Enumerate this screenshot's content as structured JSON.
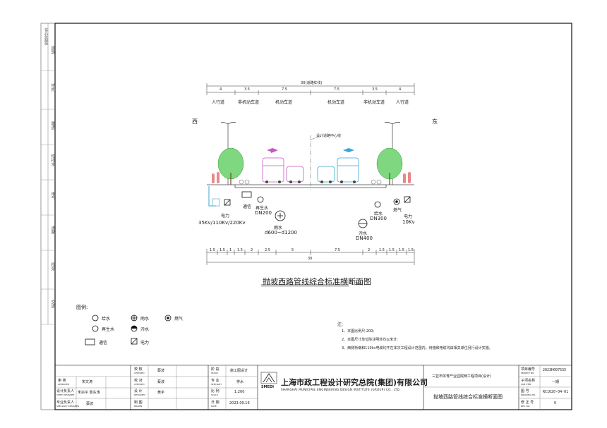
{
  "drawing_title": "抛坡西路管线综合标准横断面图",
  "drawing_scale": "1:200",
  "direction": {
    "west": "西",
    "east": "东"
  },
  "road_total": "30(道路红线)",
  "lane_names": [
    "人行道",
    "非机动车道",
    "机动车道",
    "机动车道",
    "非机动车道",
    "人行道"
  ],
  "lane_widths": [
    "4",
    "3.5",
    "7.5",
    "7.5",
    "3.5",
    "4"
  ],
  "centerline_label": "设计道路中心线",
  "pipes": {
    "telecom": "通信",
    "reclaimed": "再生水",
    "reclaimed_size": "DN200",
    "power_w": "电力",
    "power_w_spec": "35Kv/110Kv/220Kv",
    "rain": "雨水",
    "rain_size": "d600~d1200",
    "sewer": "污水",
    "sewer_size": "DN400",
    "water": "给水",
    "water_size": "DN300",
    "gas": "燃气",
    "power_e": "电力",
    "power_e_spec": "10Kv"
  },
  "bottom_dims": [
    "1.5",
    "1.5",
    "1",
    "1.5",
    "2",
    "2.5",
    "5",
    "7.5",
    "2",
    "1.5",
    "1.5",
    "1.5",
    "1.5"
  ],
  "bottom_total": "30",
  "legend": {
    "title": "图例:",
    "items": [
      "给水",
      "雨水",
      "燃气",
      "再生水",
      "污水",
      "通信",
      "电力"
    ]
  },
  "notes": {
    "title": "注:",
    "lines": [
      "1、本图比例尺:200;",
      "2、本图尺寸单位除注明外均以米计;",
      "3、西侧桥墩和110kv电缆均不在本次工程设计范围内，待施和电缆沟由相关单位另行设计实施。"
    ]
  },
  "left_strip": [
    "专业会签",
    "建筑",
    "结构",
    "暖通",
    "给排水",
    "电气",
    "道路",
    "桥梁",
    "交通"
  ],
  "title_block": {
    "roles": [
      {
        "cn": "审 核",
        "en": "APPROVED",
        "name": "宋文涛"
      },
      {
        "cn": "设计负责人",
        "en": "CHIEF DESIGNER",
        "name": "朱宗平 詹东涛"
      },
      {
        "cn": "专业负责人",
        "en": "SPECIALTY DESIGNER",
        "name": "蔡波"
      }
    ],
    "checks": [
      {
        "cn": "校 核",
        "en": "CHECKED",
        "name": "蔡波"
      },
      {
        "cn": "校 对",
        "en": "CHECKED",
        "name": "蔡波"
      },
      {
        "cn": "设 计",
        "en": "DESIGNED",
        "name": "黄宇"
      },
      {
        "cn": "制 图",
        "en": "DRAWN",
        "name": ""
      }
    ],
    "meta": [
      {
        "cn": "阶 段",
        "en": "STAGE",
        "value": "施工图设计"
      },
      {
        "cn": "专 业",
        "en": "SPECIALTY",
        "value": "排水"
      },
      {
        "cn": "比 例",
        "en": "SCALE",
        "value": "1:200"
      },
      {
        "cn": "日 期",
        "en": "DATE",
        "value": "2023.09.16"
      }
    ],
    "company_cn": "上海市政工程设计研究总院(集团)有限公司",
    "company_en": "SHANGHAI MUNICIPAL ENGINEERING DESIGN INSTITUTE (GROUP) CO., LTD.",
    "logo_text": "SMEDI",
    "project_name": "三亚市体育产业园院两工程项目(设计)",
    "drawing_name": "抛坡西路管线综合标准横断面图",
    "right": [
      {
        "cn": "项目编号",
        "en": "PROJECT NO.",
        "value": "2023H0075S5"
      },
      {
        "cn": "子项名称",
        "en": "SUB ITEM",
        "value": "一期"
      },
      {
        "cn": "图 号",
        "en": "DRAWING NO.",
        "value": "RC1020-04-01"
      },
      {
        "cn": "修 正 号",
        "en": "REV. NO.",
        "value": "0"
      }
    ]
  }
}
